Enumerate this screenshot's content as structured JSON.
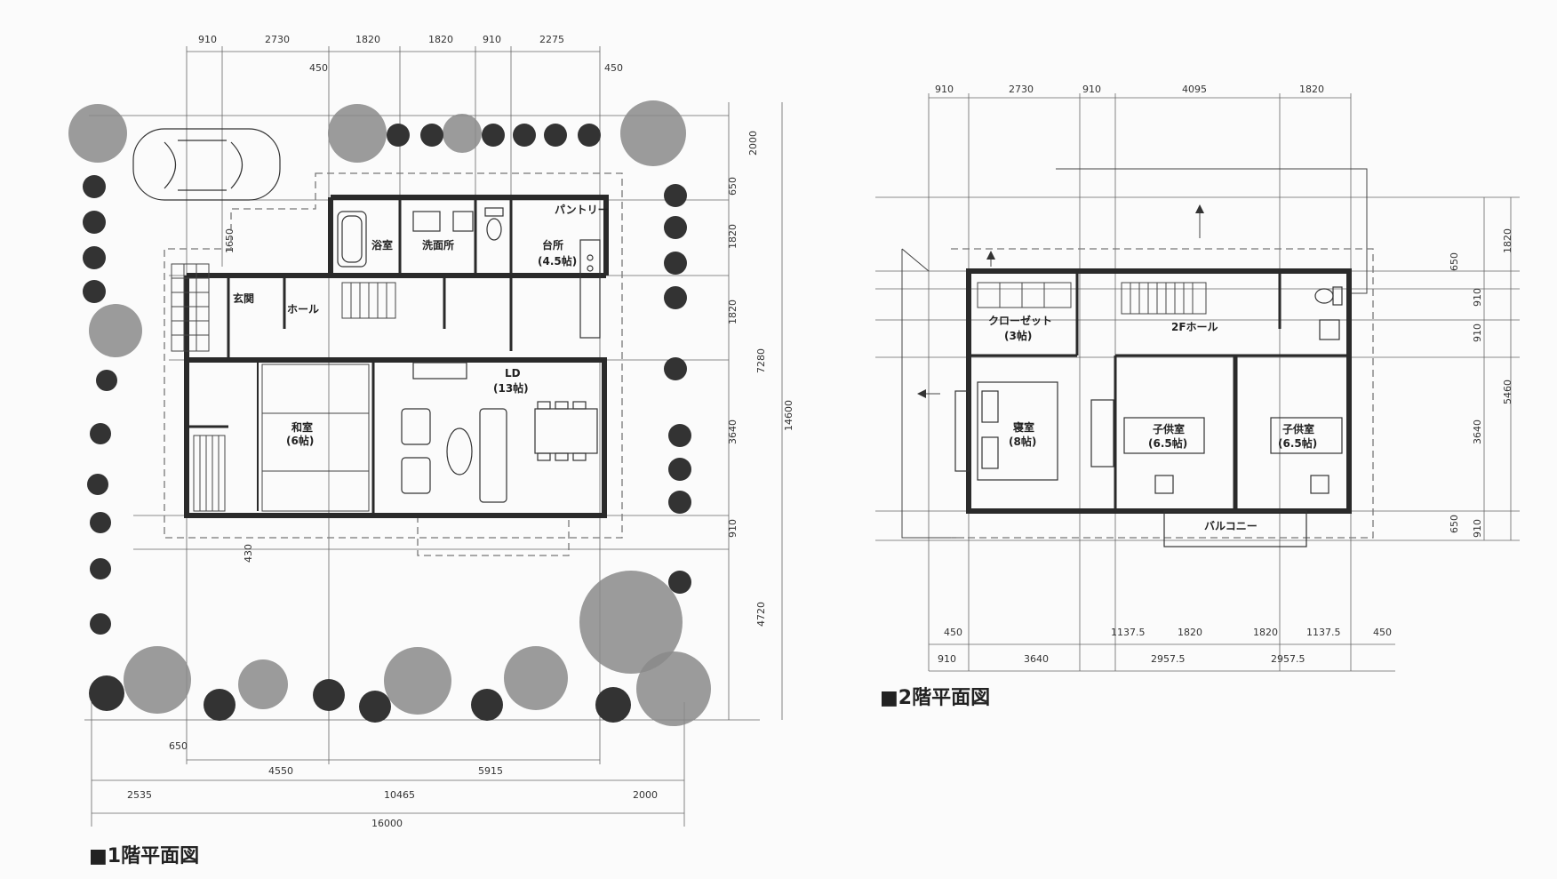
{
  "floor1": {
    "caption": "■1階平面図",
    "top_dims": [
      "910",
      "2730",
      "1820",
      "1820",
      "910",
      "2275"
    ],
    "top_offsets": [
      "450",
      "450"
    ],
    "right_dims": [
      "2000",
      "650",
      "1820",
      "1820",
      "3640",
      "910",
      "4720"
    ],
    "right_total_inner": "7280",
    "right_total": "14600",
    "left_dims": [
      "1650"
    ],
    "bottom_dims_row1": [
      "4550",
      "5915"
    ],
    "bottom_dims_row2": [
      "2535",
      "10465",
      "2000"
    ],
    "bottom_total": "16000",
    "small_dims": [
      "430",
      "650"
    ],
    "rooms": {
      "bath": "浴室",
      "washroom": "洗面所",
      "pantry": "パントリー",
      "kitchen": "台所",
      "kitchen_size": "(4.5帖)",
      "entrance": "玄関",
      "hall": "ホール",
      "washitsu": "和室",
      "washitsu_size": "(6帖)",
      "ld": "LD",
      "ld_size": "(13帖)"
    }
  },
  "floor2": {
    "caption": "■2階平面図",
    "top_dims": [
      "910",
      "2730",
      "910",
      "4095",
      "1820"
    ],
    "right_dims": [
      "1820",
      "650",
      "910",
      "910",
      "5460",
      "3640",
      "650",
      "910"
    ],
    "bottom_dims_row1": [
      "450",
      "1137.5",
      "1820",
      "1820",
      "1137.5",
      "450"
    ],
    "bottom_dims_row2": [
      "910",
      "3640",
      "2957.5",
      "2957.5"
    ],
    "rooms": {
      "closet": "クローゼット",
      "closet_size": "(3帖)",
      "hall2f": "2Fホール",
      "master": "寝室",
      "master_size": "(8帖)",
      "child1": "子供室",
      "child1_size": "(6.5帖)",
      "child2": "子供室",
      "child2_size": "(6.5帖)",
      "balcony": "バルコニー"
    }
  }
}
